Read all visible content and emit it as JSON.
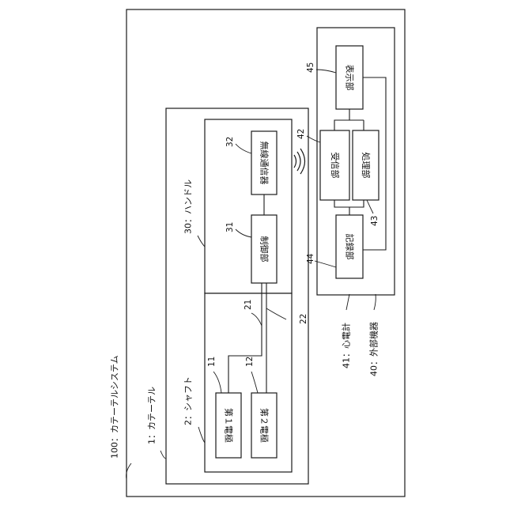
{
  "labels": {
    "system": "100：カテーテルシステム",
    "catheter": "1：カテーテル",
    "shaft": "2：シャフト",
    "handle": "30：ハンドル",
    "ecg": "41：心電計",
    "external": "40：外部機器"
  },
  "blocks": {
    "electrode1": "第１電極",
    "electrode2": "第２電極",
    "control": "制御部",
    "wireless": "無線通信器",
    "receiver": "受信部",
    "processor": "処理部",
    "display": "表示部",
    "recorder": "記録部"
  },
  "refs": {
    "r11": "11",
    "r12": "12",
    "r21": "21",
    "r22": "22",
    "r31": "31",
    "r32": "32",
    "r42": "42",
    "r43": "43",
    "r44": "44",
    "r45": "45"
  },
  "icons": {
    "wireless_signal": "wireless-signal-icon"
  }
}
